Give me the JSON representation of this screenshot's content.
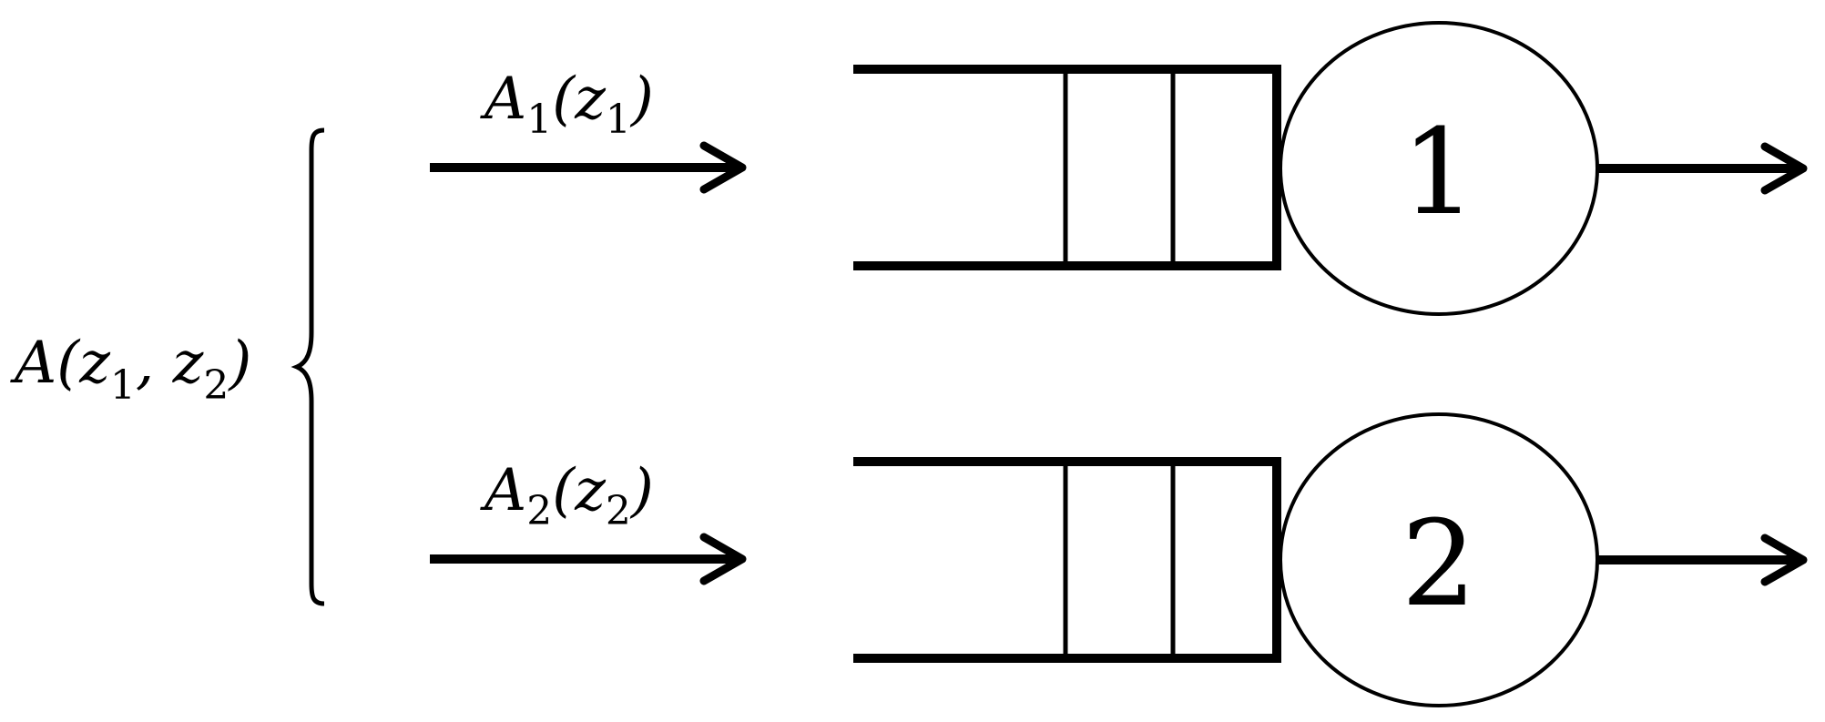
{
  "diagram": {
    "source_label": {
      "base": "A(z",
      "sub1": "1",
      "mid": ", z",
      "sub2": "2",
      "close": ")"
    },
    "arrivals": [
      {
        "label": {
          "base": "A",
          "sub": "1",
          "open": "(z",
          "sub2": "1",
          "close": ")"
        }
      },
      {
        "label": {
          "base": "A",
          "sub": "2",
          "open": "(z",
          "sub2": "2",
          "close": ")"
        }
      }
    ],
    "servers": [
      {
        "label": "1"
      },
      {
        "label": "2"
      }
    ]
  }
}
